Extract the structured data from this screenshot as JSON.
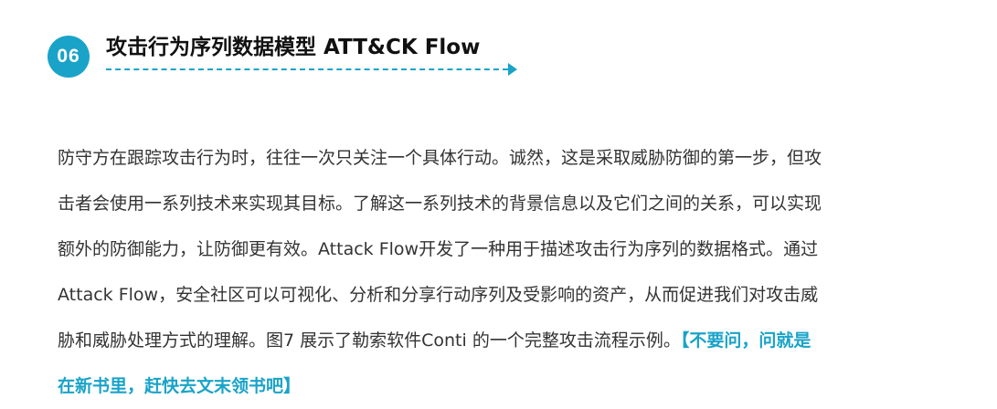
{
  "header": {
    "badge_number": "06",
    "title": "攻击行为序列数据模型 ATT&CK Flow",
    "accent_color": "#1aa3c8"
  },
  "body": {
    "lines": [
      "防守方在跟踪攻击行为时，往往一次只关注一个具体行动。诚然，这是采取威胁防御的第一步，但攻",
      "击者会使用一系列技术来实现其目标。了解这一系列技术的背景信息以及它们之间的关系，可以实现",
      "额外的防御能力，让防御更有效。Attack Flow开发了一种用于描述攻击行为序列的数据格式。通过",
      "Attack Flow，安全社区可以可视化、分析和分享行动序列及受影响的资产，从而促进我们对攻击威",
      "胁和威胁处理方式的理解。图7 展示了勒索软件Conti 的一个完整攻击流程示例。"
    ],
    "highlight_part1": "【不要问，问就是",
    "highlight_part2": "在新书里，赶快去文末领书吧】"
  }
}
